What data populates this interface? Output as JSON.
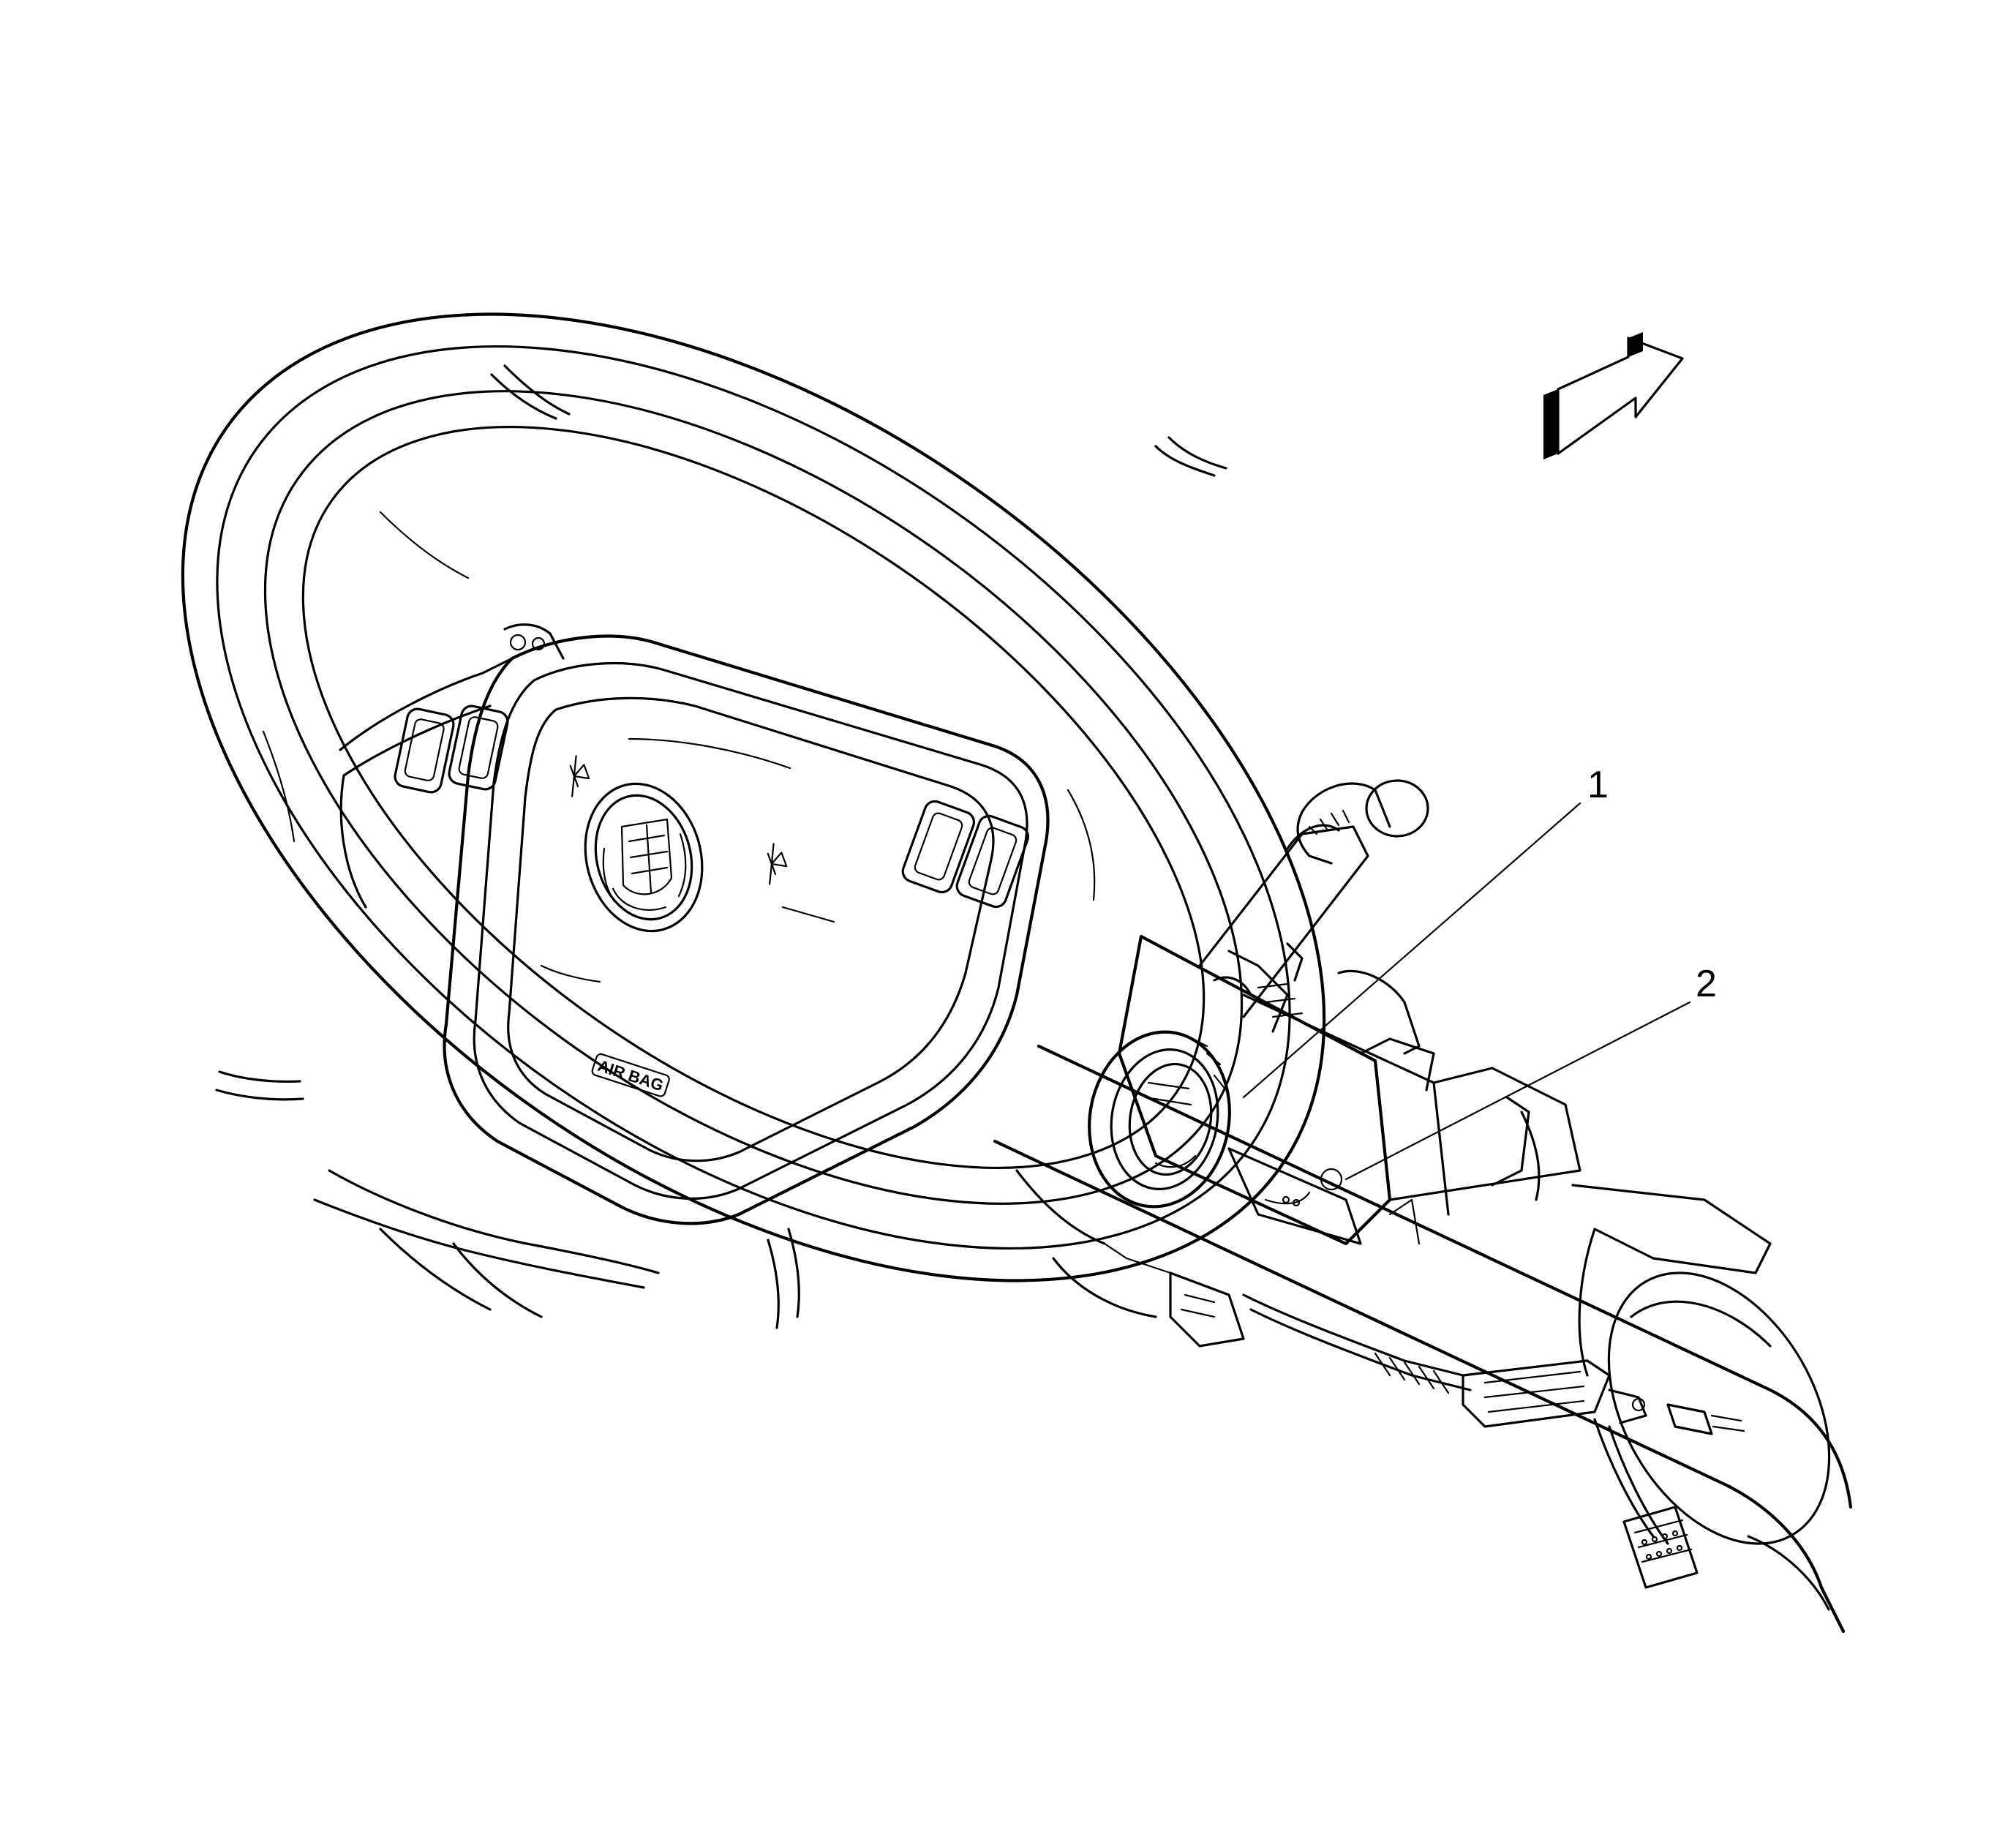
{
  "callouts": [
    {
      "id": "1",
      "label": "1"
    },
    {
      "id": "2",
      "label": "2"
    }
  ],
  "airbag_badge": "AIR BAG",
  "icons": {
    "orientation_arrow": "orientation-arrow-icon",
    "emblem": "cadillac-crest-icon",
    "horn_left": "horn-icon",
    "horn_right": "horn-icon"
  },
  "colors": {
    "line": "#000000",
    "background": "#ffffff",
    "arrow_shadow": "#000000"
  }
}
